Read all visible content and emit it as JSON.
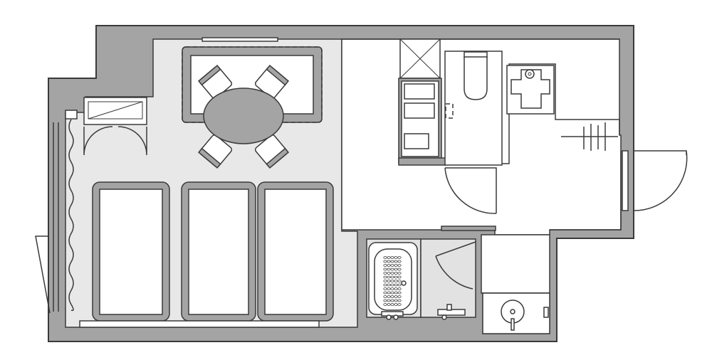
{
  "plan": {
    "colors": {
      "wall": "#a4a4a4",
      "outline": "#3a3a3a",
      "bedroom_floor": "#e8e8e8",
      "bath_floor": "#e2e2e2",
      "white": "#ffffff"
    },
    "rooms": [
      "bedroom",
      "entry-hall",
      "toilet",
      "kitchenette",
      "closet",
      "bathroom",
      "washroom",
      "laundry-area"
    ],
    "fixtures": [
      "twin-bed",
      "twin-bed",
      "twin-bed",
      "dining-table",
      "chair",
      "chair",
      "chair",
      "chair",
      "rug",
      "tv-stand",
      "toilet",
      "sink",
      "bathtub",
      "shower-faucet",
      "floor-drain",
      "hanger-rod",
      "curtain",
      "window",
      "safe",
      "shelving"
    ]
  }
}
